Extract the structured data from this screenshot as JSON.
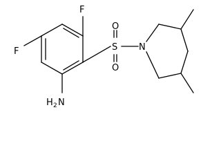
{
  "molecule": {
    "atoms": {
      "fluorine_top": "F",
      "fluorine_left": "F",
      "amine_n": "N",
      "amine_h": "H",
      "amine_h_count": "2",
      "sulfur": "S",
      "oxygen_top": "O",
      "oxygen_bottom": "O",
      "piperidine_n": "N"
    }
  }
}
